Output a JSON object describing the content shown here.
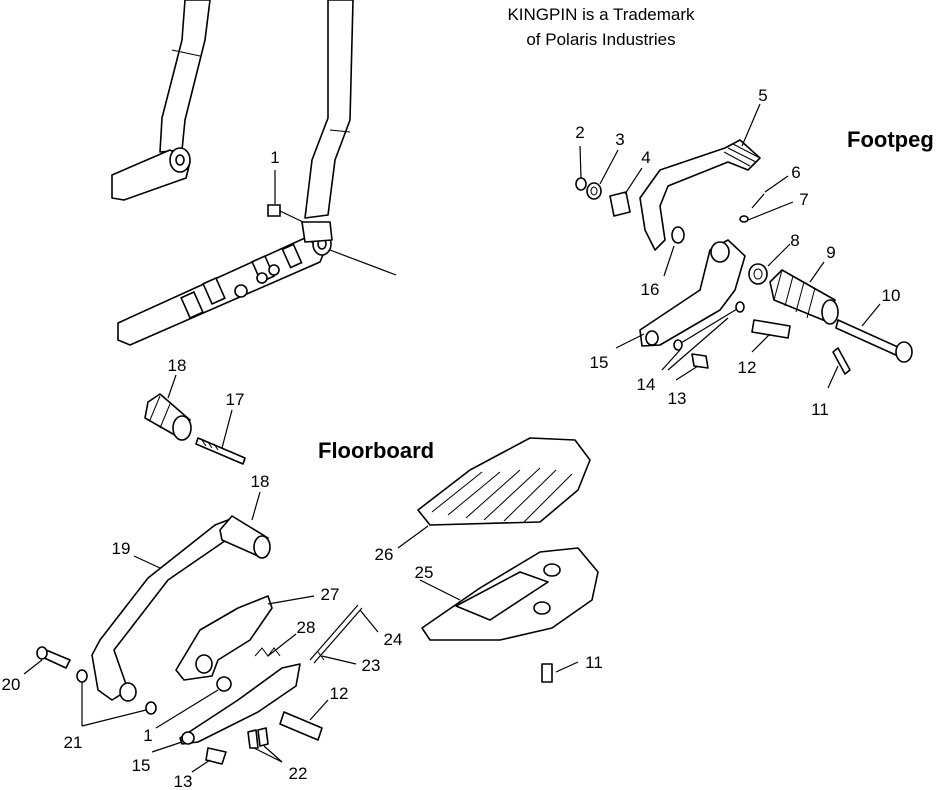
{
  "note": {
    "line1": "KINGPIN is a Trademark",
    "line2": "of Polaris Industries"
  },
  "sections": {
    "footpeg": "Footpeg",
    "floorboard": "Floorboard"
  },
  "callouts": {
    "c1a": "1",
    "c2": "2",
    "c3": "3",
    "c4": "4",
    "c5": "5",
    "c6": "6",
    "c7": "7",
    "c8": "8",
    "c9": "9",
    "c10": "10",
    "c11a": "11",
    "c12a": "12",
    "c13a": "13",
    "c14": "14",
    "c15a": "15",
    "c16": "16",
    "c18a": "18",
    "c17": "17",
    "c18b": "18",
    "c19": "19",
    "c26": "26",
    "c25": "25",
    "c27": "27",
    "c28": "28",
    "c24": "24",
    "c23": "23",
    "c11b": "11",
    "c20": "20",
    "c21": "21",
    "c1b": "1",
    "c12b": "12",
    "c15b": "15",
    "c13b": "13",
    "c22": "22"
  }
}
